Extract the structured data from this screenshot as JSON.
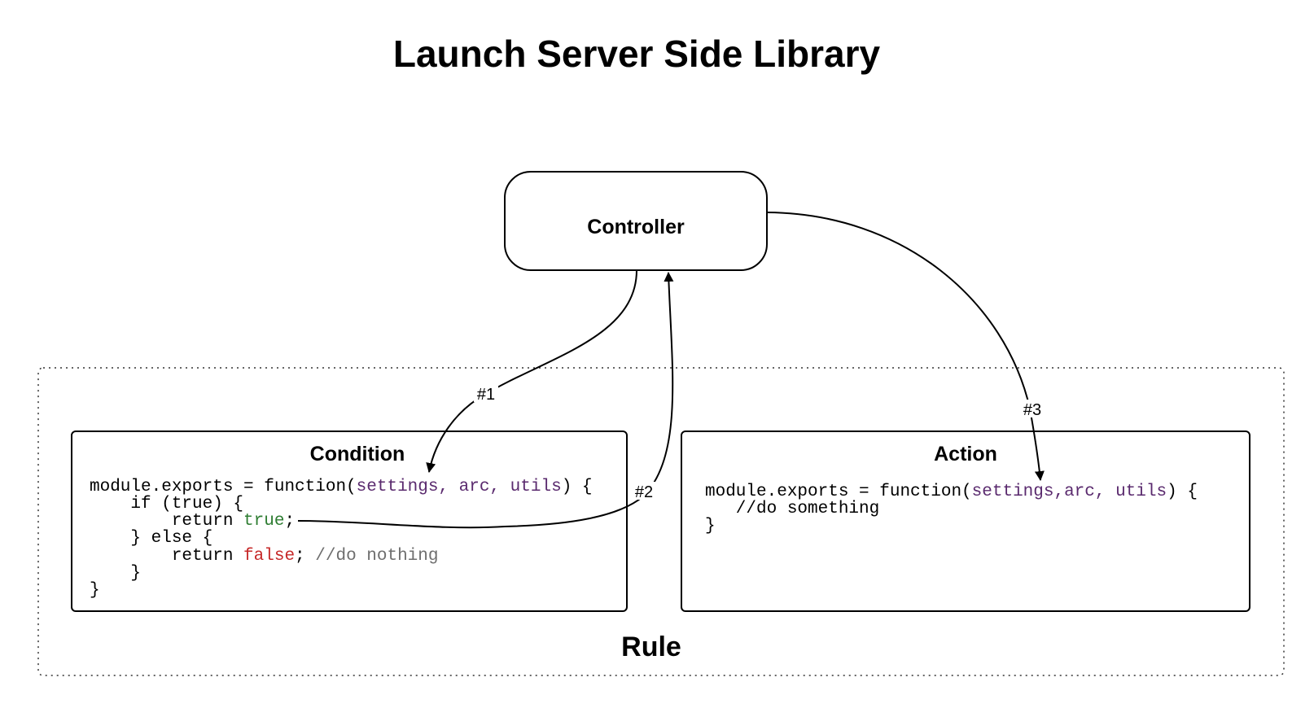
{
  "title": "Launch Server Side Library",
  "nodes": {
    "controller": {
      "label": "Controller"
    },
    "rule": {
      "label": "Rule"
    },
    "condition": {
      "label": "Condition",
      "code": {
        "l1_a": "module.exports = function(",
        "l1_params": "settings, arc, utils",
        "l1_b": ") {",
        "l2": "    if (true) {",
        "l3_a": "        return ",
        "l3_true": "true",
        "l3_b": ";",
        "l4": "    } else {",
        "l5_a": "        return ",
        "l5_false": "false",
        "l5_b": "; ",
        "l5_comment": "//do nothing",
        "l6": "    }",
        "l7": "}"
      }
    },
    "action": {
      "label": "Action",
      "code": {
        "l1_a": "module.exports = function(",
        "l1_params": "settings,arc, utils",
        "l1_b": ") {",
        "l2": "   //do something",
        "l3": "}"
      }
    }
  },
  "edges": [
    {
      "id": "edge1",
      "label": "#1"
    },
    {
      "id": "edge2",
      "label": "#2"
    },
    {
      "id": "edge3",
      "label": "#3"
    }
  ],
  "colors": {
    "params": "#5a2a6e",
    "true_literal": "#2e7d32",
    "false_literal": "#c62828",
    "comment": "#6e6e6e"
  }
}
